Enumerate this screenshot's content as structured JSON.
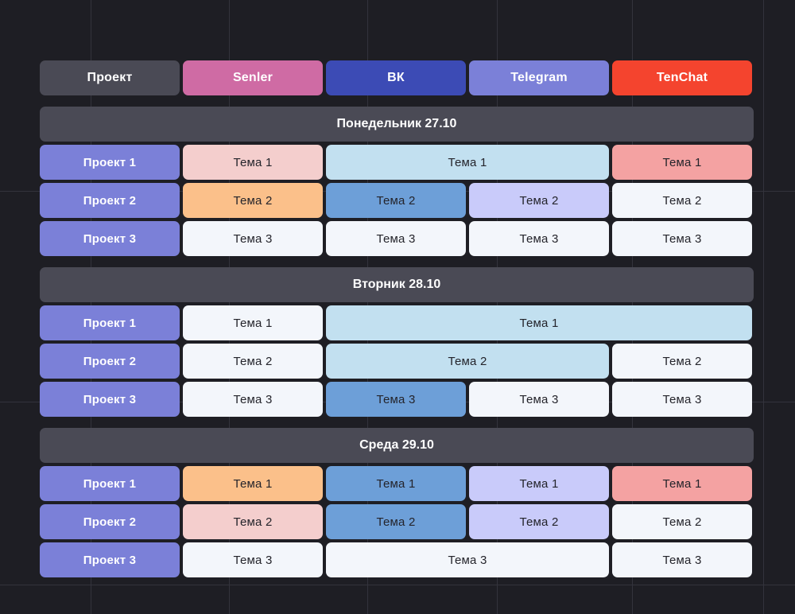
{
  "colors": {
    "page_background": "#1e1e24",
    "grid_line": "#33333c",
    "day_banner": "#4a4a55",
    "project_cell": "#7b80d8",
    "header_project": "#4a4a55",
    "header_senler": "#cf6ba4",
    "header_vk": "#3c4bb5",
    "header_telegram": "#7b80d8",
    "header_tenchat": "#f4442e",
    "topic_white": "#f3f6fb",
    "topic_pinkpale": "#f4cecd",
    "topic_salmon": "#f4a2a2",
    "topic_orange": "#fbc08a",
    "topic_lightblue": "#c2e0f0",
    "topic_blue": "#6d9fd8",
    "topic_lavender": "#c9cbfa"
  },
  "columns": [
    {
      "key": "project",
      "label": "Проект",
      "width": 176,
      "header_color": "#4a4a55"
    },
    {
      "key": "senler",
      "label": "Senler",
      "width": 176,
      "header_color": "#cf6ba4"
    },
    {
      "key": "vk",
      "label": "ВК",
      "width": 176,
      "header_color": "#3c4bb5"
    },
    {
      "key": "telegram",
      "label": "Telegram",
      "width": 176,
      "header_color": "#7b80d8"
    },
    {
      "key": "tenchat",
      "label": "TenChat",
      "width": 176,
      "header_color": "#f4442e"
    }
  ],
  "days": [
    {
      "banner": "Понедельник 27.10",
      "rows": [
        {
          "project": "Проект 1",
          "cells": [
            {
              "label": "Тема 1",
              "span": 1,
              "color": "c-pinkpale"
            },
            {
              "label": "Тема 1",
              "span": 2,
              "color": "c-lightblue"
            },
            {
              "label": "Тема 1",
              "span": 1,
              "color": "c-salmon"
            }
          ]
        },
        {
          "project": "Проект 2",
          "cells": [
            {
              "label": "Тема 2",
              "span": 1,
              "color": "c-orange"
            },
            {
              "label": "Тема 2",
              "span": 1,
              "color": "c-blue"
            },
            {
              "label": "Тема 2",
              "span": 1,
              "color": "c-lavender"
            },
            {
              "label": "Тема 2",
              "span": 1,
              "color": "c-white"
            }
          ]
        },
        {
          "project": "Проект 3",
          "cells": [
            {
              "label": "Тема 3",
              "span": 1,
              "color": "c-white"
            },
            {
              "label": "Тема 3",
              "span": 1,
              "color": "c-white"
            },
            {
              "label": "Тема 3",
              "span": 1,
              "color": "c-white"
            },
            {
              "label": "Тема 3",
              "span": 1,
              "color": "c-white"
            }
          ]
        }
      ]
    },
    {
      "banner": "Вторник 28.10",
      "rows": [
        {
          "project": "Проект 1",
          "cells": [
            {
              "label": "Тема 1",
              "span": 1,
              "color": "c-white"
            },
            {
              "label": "Тема 1",
              "span": 3,
              "color": "c-lightblue"
            }
          ]
        },
        {
          "project": "Проект 2",
          "cells": [
            {
              "label": "Тема 2",
              "span": 1,
              "color": "c-white"
            },
            {
              "label": "Тема 2",
              "span": 2,
              "color": "c-lightblue"
            },
            {
              "label": "Тема 2",
              "span": 1,
              "color": "c-white"
            }
          ]
        },
        {
          "project": "Проект 3",
          "cells": [
            {
              "label": "Тема 3",
              "span": 1,
              "color": "c-white"
            },
            {
              "label": "Тема 3",
              "span": 1,
              "color": "c-blue"
            },
            {
              "label": "Тема 3",
              "span": 1,
              "color": "c-white"
            },
            {
              "label": "Тема 3",
              "span": 1,
              "color": "c-white"
            }
          ]
        }
      ]
    },
    {
      "banner": "Среда 29.10",
      "rows": [
        {
          "project": "Проект 1",
          "cells": [
            {
              "label": "Тема 1",
              "span": 1,
              "color": "c-orange"
            },
            {
              "label": "Тема 1",
              "span": 1,
              "color": "c-blue"
            },
            {
              "label": "Тема 1",
              "span": 1,
              "color": "c-lavender"
            },
            {
              "label": "Тема 1",
              "span": 1,
              "color": "c-salmon"
            }
          ]
        },
        {
          "project": "Проект 2",
          "cells": [
            {
              "label": "Тема 2",
              "span": 1,
              "color": "c-pinkpale"
            },
            {
              "label": "Тема 2",
              "span": 1,
              "color": "c-blue"
            },
            {
              "label": "Тема 2",
              "span": 1,
              "color": "c-lavender"
            },
            {
              "label": "Тема 2",
              "span": 1,
              "color": "c-white"
            }
          ]
        },
        {
          "project": "Проект 3",
          "cells": [
            {
              "label": "Тема 3",
              "span": 1,
              "color": "c-white"
            },
            {
              "label": "Тема 3",
              "span": 2,
              "color": "c-white"
            },
            {
              "label": "Тема 3",
              "span": 1,
              "color": "c-white"
            }
          ]
        }
      ]
    }
  ],
  "background_grid": {
    "vertical_lines": [
      114,
      288,
      462,
      625,
      795,
      960
    ],
    "horizontal_lines": [
      240,
      505,
      735
    ]
  }
}
